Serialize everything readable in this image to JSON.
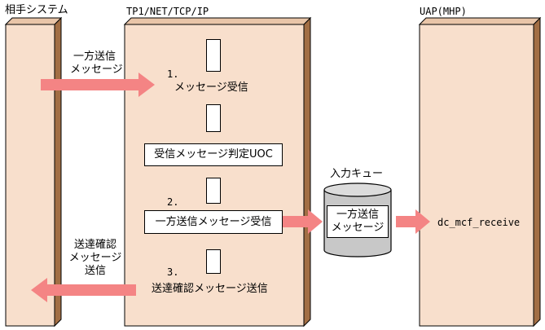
{
  "columns": {
    "partner": "相手システム",
    "tp1": "TP1/NET/TCP/IP",
    "uap": "UAP(MHP)"
  },
  "flows": {
    "oneway_in": [
      "一方送信",
      "メッセージ"
    ],
    "confirm_out": [
      "送達確認",
      "メッセージ",
      "送信"
    ]
  },
  "steps": {
    "step1_num": "1.",
    "step1_label": "メッセージ受信",
    "uoc_label": "受信メッセージ判定UOC",
    "step2_num": "2.",
    "step2_label": "一方送信メッセージ受信",
    "step3_num": "3.",
    "step3_label": "送達確認メッセージ送信"
  },
  "queue": {
    "title": "入力キュー",
    "content": [
      "一方送信",
      "メッセージ"
    ]
  },
  "uap_function": "dc_mcf_receive",
  "colors": {
    "arrow": "#f48484",
    "column_fill": "#f8dfcc",
    "column_side": "#a26e44",
    "cylinder_gray": "#c8c8c8"
  }
}
